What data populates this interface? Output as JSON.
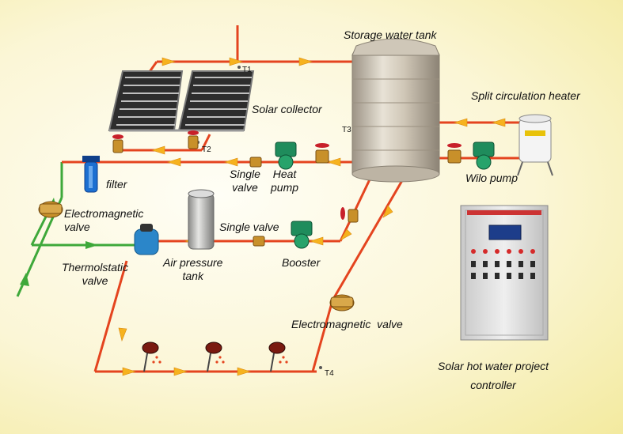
{
  "labels": {
    "storage_water_tank": "Storage water tank",
    "split_circulation_heater": "Split circulation heater",
    "solar_collector": "Solar collector",
    "t1": "T1",
    "t2": "T2",
    "t3": "T3",
    "t4": "T4",
    "filter": "filter",
    "single_valve_1": "Single\nvalve",
    "heat_pump": "Heat\npump",
    "wilo_pump": "Wilo pump",
    "electromagnetic_valve_1": "Electromagnetic\nvalve",
    "single_valve_2": "Single valve",
    "thermostatic_valve": "Thermolstatic\nvalve",
    "air_pressure_tank": "Air pressure\ntank",
    "booster": "Booster",
    "electromagnetic_valve_2": "Electromagnetic  valve",
    "controller": "Solar hot water project\ncontroller"
  },
  "colors": {
    "hot_pipe": "#e4441f",
    "cold_pipe": "#3ea83a",
    "flow_arrow": "#f6b21e",
    "valve_red": "#c8202a",
    "pump_green": "#1f8c5c",
    "filter_blue": "#1c6fd1",
    "tank_steel": "#cbc3b4",
    "cabinet": "#dcdcdc"
  },
  "icons": [
    "solar-panel-icon",
    "storage-tank-icon",
    "heater-icon",
    "filter-icon",
    "solenoid-valve-icon",
    "thermostatic-valve-icon",
    "pressure-tank-icon",
    "check-valve-icon",
    "circulation-pump-icon",
    "gate-valve-icon",
    "shower-head-icon",
    "controller-cabinet-icon"
  ]
}
